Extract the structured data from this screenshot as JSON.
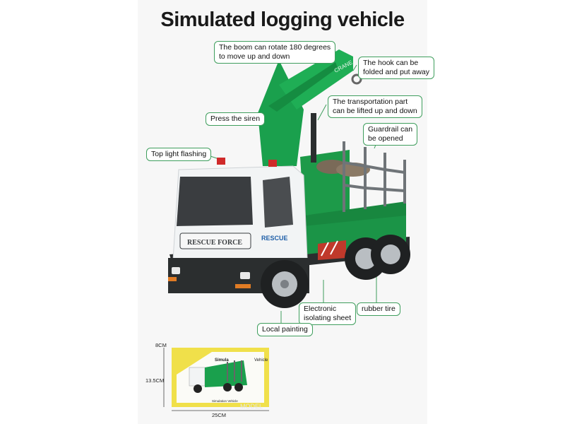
{
  "title": "Simulated logging vehicle",
  "callouts": {
    "boom": "The boom can rotate 180 degrees\nto move up and down",
    "hook": "The hook can be\nfolded and put away",
    "transport": "The transportation part\ncan be lifted up and down",
    "guardrail": "Guardrail can\nbe opened",
    "siren": "Press the siren",
    "toplight": "Top light flashing",
    "isolating": "Electronic\nisolating sheet",
    "tire": "rubber tire",
    "painting": "Local painting"
  },
  "truck_marks": {
    "door_text": "RESCUE FORCE",
    "side_text": "RESCUE",
    "boom_text": "CRANE"
  },
  "package": {
    "top_label": "Simula",
    "corner_label": "Vehicle",
    "bottom_label": "Simulation Vehicle",
    "watermark": "MODEL"
  },
  "dimensions": {
    "height_small": "8CM",
    "height": "13.5CM",
    "width": "25CM"
  },
  "colors": {
    "accent_green": "#3f9e5d",
    "truck_green": "#1aa04d",
    "cab_white": "#f2f4f5",
    "chassis": "#2b2e2f"
  }
}
